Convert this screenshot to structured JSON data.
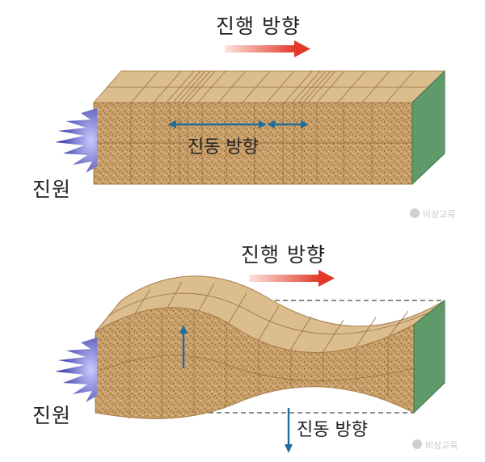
{
  "top_panel": {
    "propagation_label": "진행 방향",
    "vibration_label": "진동 방향",
    "source_label": "진원"
  },
  "bottom_panel": {
    "propagation_label": "진행 방향",
    "vibration_label": "진동 방향",
    "source_label": "진원"
  },
  "watermark": "비상교육",
  "colors": {
    "block_top": "#d9b98a",
    "block_front": "#c9a06a",
    "block_side": "#5f9a6a",
    "arrow_red": "#e2392a",
    "arrow_blue": "#1f6d99",
    "burst": "#3a3aa8"
  },
  "icons": {
    "burst": "seismic-source-burst-icon",
    "watermark": "publisher-logo-icon"
  }
}
